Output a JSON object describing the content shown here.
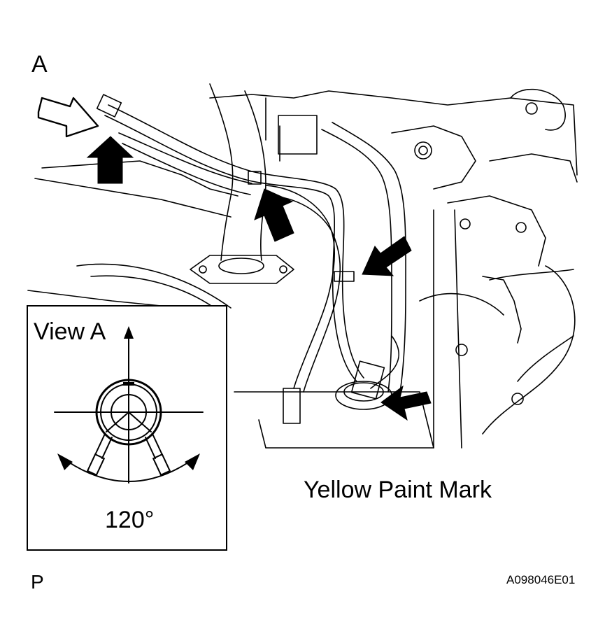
{
  "labels": {
    "view_letter": "A",
    "bottom_left_letter": "P",
    "figure_code": "A098046E01",
    "paint_mark": "Yellow Paint Mark"
  },
  "inset": {
    "title": "View A",
    "angle": "120°"
  },
  "colors": {
    "line": "#000000",
    "background": "#ffffff"
  }
}
